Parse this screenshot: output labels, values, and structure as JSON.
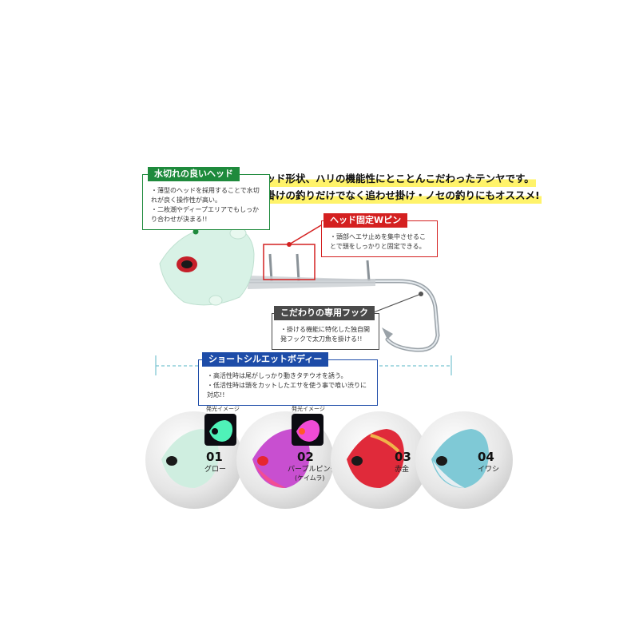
{
  "headline": {
    "line1": "ヘッド形状、ハリの機能性にとことんこだわったテンヤです。",
    "line2": "即掛けの釣りだけでなく追わせ掛け・ノセの釣りにもオススメ!"
  },
  "callouts": {
    "head": {
      "title": "水切れの良いヘッド",
      "items": [
        "薄型のヘッドを採用することで水切れが良く操作性が高い。",
        "二枚潮やディープエリアでもしっかり合わせが決まる!!"
      ]
    },
    "pin": {
      "title": "ヘッド固定Wピン",
      "items": [
        "頭部へエサ止めを集中させることで頭をしっかりと固定できる。"
      ]
    },
    "hook": {
      "title": "こだわりの専用フック",
      "items": [
        "掛ける機能に特化した独自開発フックで太刀魚を掛ける!!"
      ]
    },
    "body": {
      "title": "ショートシルエットボディー",
      "items": [
        "高活性時は尾がしっかり動きタチウオを誘う。",
        "低活性時は頭をカットしたエサを使う事で喰い渋りに対応!!"
      ]
    }
  },
  "colors_accent": {
    "green": "#1e8a3c",
    "red": "#d42020",
    "gray": "#4a4a4a",
    "blue": "#1d4ca8",
    "highlight": "#fff36a"
  },
  "variants": [
    {
      "num": "01",
      "name": "グロー",
      "sub": "",
      "glow_label": "発光イメージ",
      "color": "#cfeee0"
    },
    {
      "num": "02",
      "name": "パープルピンク",
      "sub": "(ケイムラ)",
      "glow_label": "発光イメージ",
      "color": "#c84fd0"
    },
    {
      "num": "03",
      "name": "赤金",
      "sub": "",
      "glow_label": "",
      "color": "#e02a3a"
    },
    {
      "num": "04",
      "name": "イワシ",
      "sub": "",
      "glow_label": "",
      "color": "#7fc9d6"
    }
  ]
}
